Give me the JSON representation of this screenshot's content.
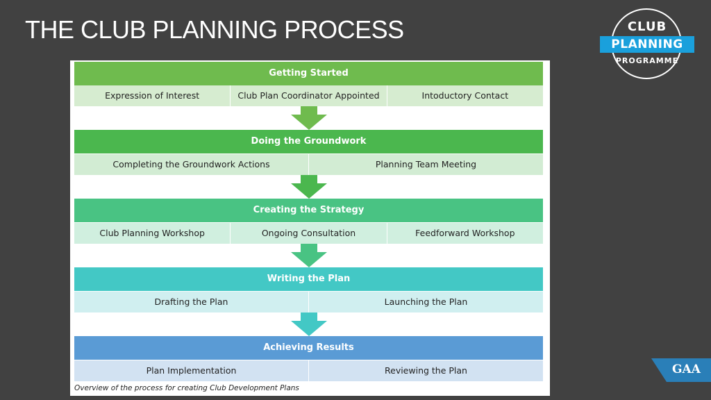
{
  "slide": {
    "title": "THE CLUB PLANNING PROCESS"
  },
  "logo": {
    "top": "CLUB",
    "middle": "PLANNING",
    "bottom": "PROGRAMME"
  },
  "stages": [
    {
      "title": "Getting Started",
      "header_color": "#6fbb4e",
      "cell_color": "#d6ecd0",
      "items": [
        "Expression of Interest",
        "Club Plan Coordinator Appointed",
        "Intoductory Contact"
      ]
    },
    {
      "title": "Doing the Groundwork",
      "header_color": "#4bb74e",
      "cell_color": "#d2ecd3",
      "items": [
        "Completing the Groundwork Actions",
        "Planning Team Meeting"
      ]
    },
    {
      "title": "Creating the Strategy",
      "header_color": "#49c383",
      "cell_color": "#d0efdf",
      "items": [
        "Club Planning Workshop",
        "Ongoing Consultation",
        "Feedforward Workshop"
      ]
    },
    {
      "title": "Writing the Plan",
      "header_color": "#43c8c5",
      "cell_color": "#d0eff0",
      "items": [
        "Drafting the Plan",
        "Launching the Plan"
      ]
    },
    {
      "title": "Achieving Results",
      "header_color": "#5a9bd5",
      "cell_color": "#d2e2f2",
      "items": [
        "Plan Implementation",
        "Reviewing the Plan"
      ]
    }
  ],
  "arrow_colors": [
    "#6fbb4e",
    "#4bb74e",
    "#49c383",
    "#43c8c5"
  ],
  "caption": "Overview of the process for creating Club Development Plans",
  "badge": {
    "text": "GAA",
    "color": "#2a7fb8"
  }
}
